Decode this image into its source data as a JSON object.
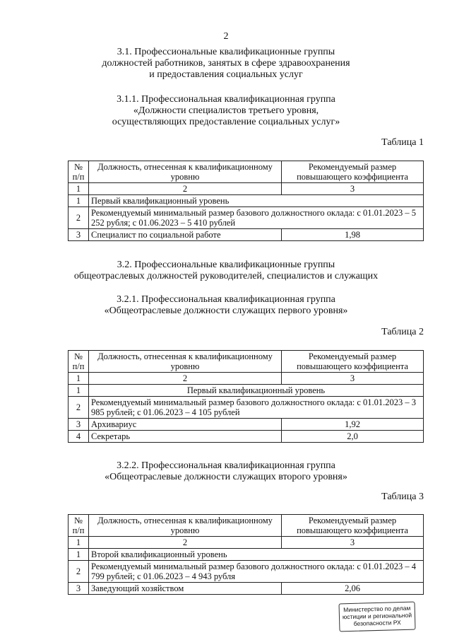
{
  "page_number": "2",
  "section_3_1": {
    "title_lines": [
      "3.1. Профессиональные квалификационные группы",
      "должностей работников, занятых в сфере здравоохранения",
      "и предоставления социальных услуг"
    ]
  },
  "section_3_1_1": {
    "title_lines": [
      "3.1.1.  Профессиональная квалификационная группа",
      "«Должности специалистов третьего уровня,",
      "осуществляющих предоставление социальных услуг»"
    ]
  },
  "table1": {
    "caption": "Таблица 1",
    "header": {
      "num": "№ п/п",
      "position": "Должность, отнесенная к квалификационному уровню",
      "coef": "Рекомендуемый размер повышающего коэффициента"
    },
    "col_numbers": [
      "1",
      "2",
      "3"
    ],
    "rows": [
      {
        "num": "1",
        "text": "Первый квалификационный уровень"
      },
      {
        "num": "2",
        "text": "Рекомендуемый минимальный размер базового должностного оклада: с 01.01.2023 – 5 252 рубля; с 01.06.2023 – 5 410 рублей"
      },
      {
        "num": "3",
        "position": "Специалист по социальной работе",
        "coef": "1,98"
      }
    ]
  },
  "section_3_2": {
    "title_lines": [
      "3.2.    Профессиональные квалификационные группы",
      "общеотраслевых должностей руководителей, специалистов и служащих"
    ]
  },
  "section_3_2_1": {
    "title_lines": [
      "3.2.1.  Профессиональная квалификационная группа",
      "«Общеотраслевые должности служащих первого уровня»"
    ]
  },
  "table2": {
    "caption": "Таблица 2",
    "header": {
      "num": "№ п/п",
      "position": "Должность, отнесенная к квалификационному уровню",
      "coef": "Рекомендуемый размер повышающего коэффициента"
    },
    "col_numbers": [
      "1",
      "2",
      "3"
    ],
    "rows": [
      {
        "num": "1",
        "text": "Первый квалификационный уровень"
      },
      {
        "num": "2",
        "text": "Рекомендуемый минимальный размер базового должностного оклада: с 01.01.2023 – 3 985 рублей; с 01.06.2023 – 4 105 рублей"
      },
      {
        "num": "3",
        "position": "Архивариус",
        "coef": "1,92"
      },
      {
        "num": "4",
        "position": "Секретарь",
        "coef": "2,0"
      }
    ]
  },
  "section_3_2_2": {
    "title_lines": [
      "3.2.2.  Профессиональная квалификационная группа",
      "«Общеотраслевые должности служащих второго уровня»"
    ]
  },
  "table3": {
    "caption": "Таблица 3",
    "header": {
      "num": "№ п/п",
      "position": "Должность, отнесенная к квалификационному уровню",
      "coef": "Рекомендуемый размер повышающего коэффициента"
    },
    "col_numbers": [
      "1",
      "2",
      "3"
    ],
    "rows": [
      {
        "num": "1",
        "text": "Второй квалификационный уровень"
      },
      {
        "num": "2",
        "text": "Рекомендуемый минимальный размер базового должностного оклада: с 01.01.2023 – 4 799 рублей; с 01.06.2023 – 4 943 рубля"
      },
      {
        "num": "3",
        "position": "Заведующий хозяйством",
        "coef": "2,06"
      }
    ]
  },
  "stamp": {
    "lines": [
      "Министерство по делам",
      "юстиции и региональной",
      "безопасности РХ"
    ]
  }
}
